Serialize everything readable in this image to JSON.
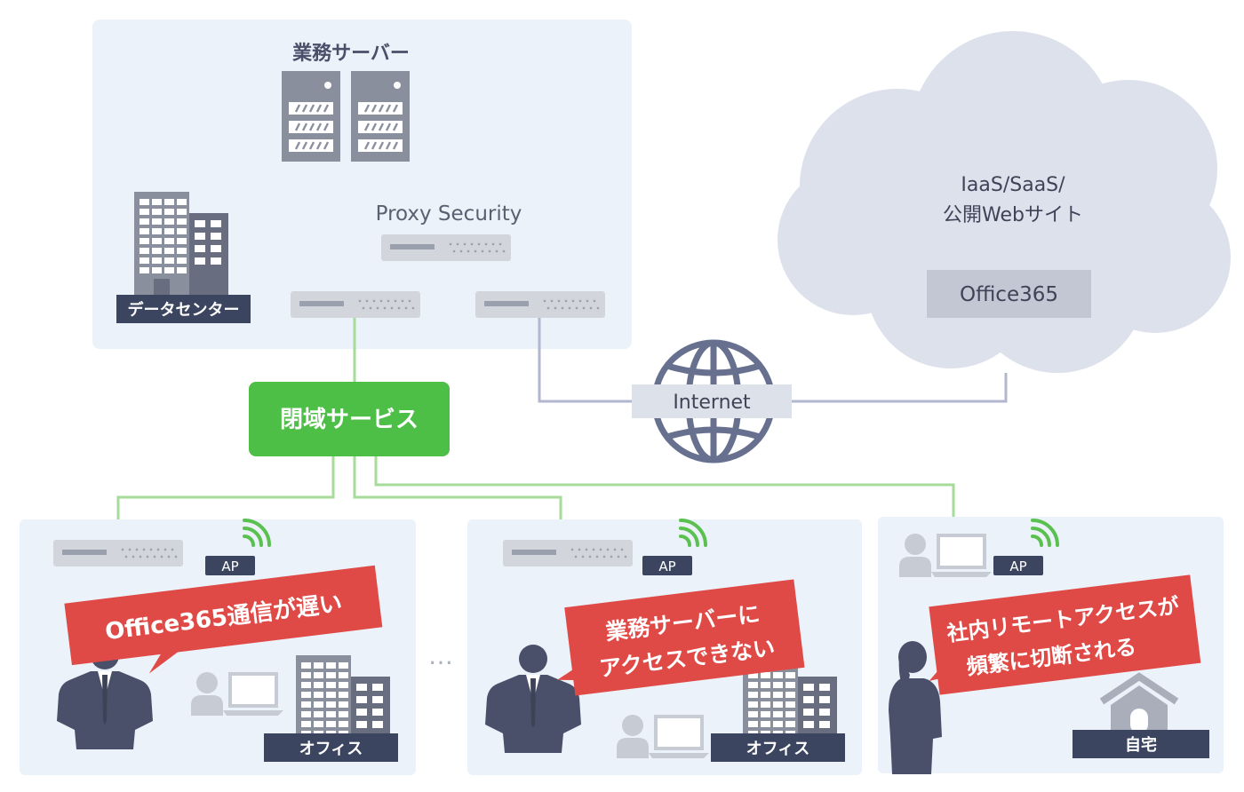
{
  "colors": {
    "panel": "#EBF2FA",
    "cloud": "#DDE1EC",
    "device": "#CDD0D8",
    "server": "#8A8F9E",
    "label_bg": "#3C4560",
    "green": "#4DBF47",
    "green_line": "#A6DB9A",
    "gray_line": "#B1B7CF",
    "globe": "#68708F",
    "alert": "#E04A46",
    "person": "#4A5069",
    "pale_person": "#C7CBD3",
    "wifi": "#5AC150"
  },
  "datacenter": {
    "servers_label": "業務サーバー",
    "proxy_label": "Proxy Security",
    "building_label": "データセンター"
  },
  "cloud": {
    "line1": "IaaS/SaaS/",
    "line2": "公開Webサイト",
    "office_label": "Office365"
  },
  "closed_service_label": "閉域サービス",
  "internet_label": "Internet",
  "ellipsis": "…",
  "sites": [
    {
      "ap_label": "AP",
      "place_label": "オフィス",
      "complaint_lines": [
        "Office365通信が遅い"
      ],
      "icons": [
        "router-icon",
        "wifi-icon",
        "person-icon",
        "laptop-icon",
        "building-icon",
        "businessman-icon"
      ]
    },
    {
      "ap_label": "AP",
      "place_label": "オフィス",
      "complaint_lines": [
        "業務サーバーに",
        "アクセスできない"
      ],
      "icons": [
        "router-icon",
        "wifi-icon",
        "person-icon",
        "laptop-icon",
        "building-icon",
        "businessman-icon"
      ]
    },
    {
      "ap_label": "AP",
      "place_label": "自宅",
      "complaint_lines": [
        "社内リモートアクセスが",
        "頻繁に切断される"
      ],
      "icons": [
        "wifi-icon",
        "person-icon",
        "laptop-icon",
        "house-icon",
        "businesswoman-icon"
      ]
    }
  ]
}
